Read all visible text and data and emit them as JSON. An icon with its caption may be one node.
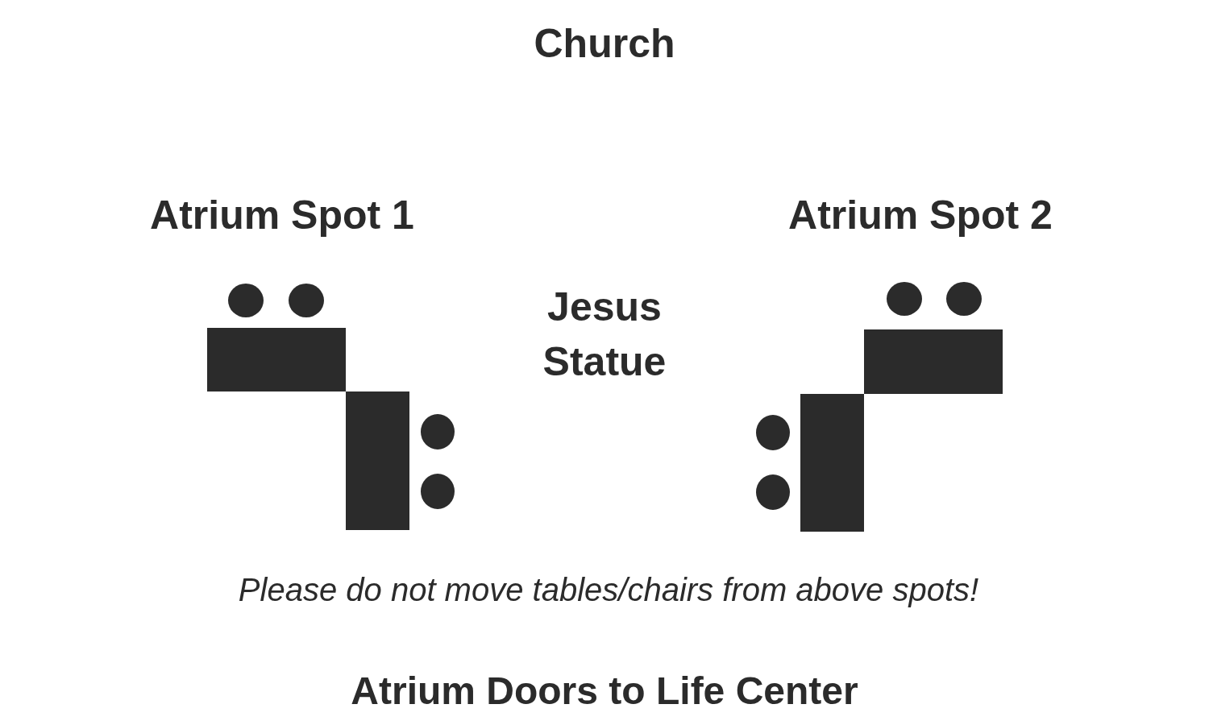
{
  "diagram": {
    "labels": [
      "Church",
      "Atrium Spot 1",
      "Atrium Spot 2",
      "Jesus Statue",
      "Please do not move tables/chairs from above spots!",
      "Atrium Doors to Life Center"
    ]
  }
}
